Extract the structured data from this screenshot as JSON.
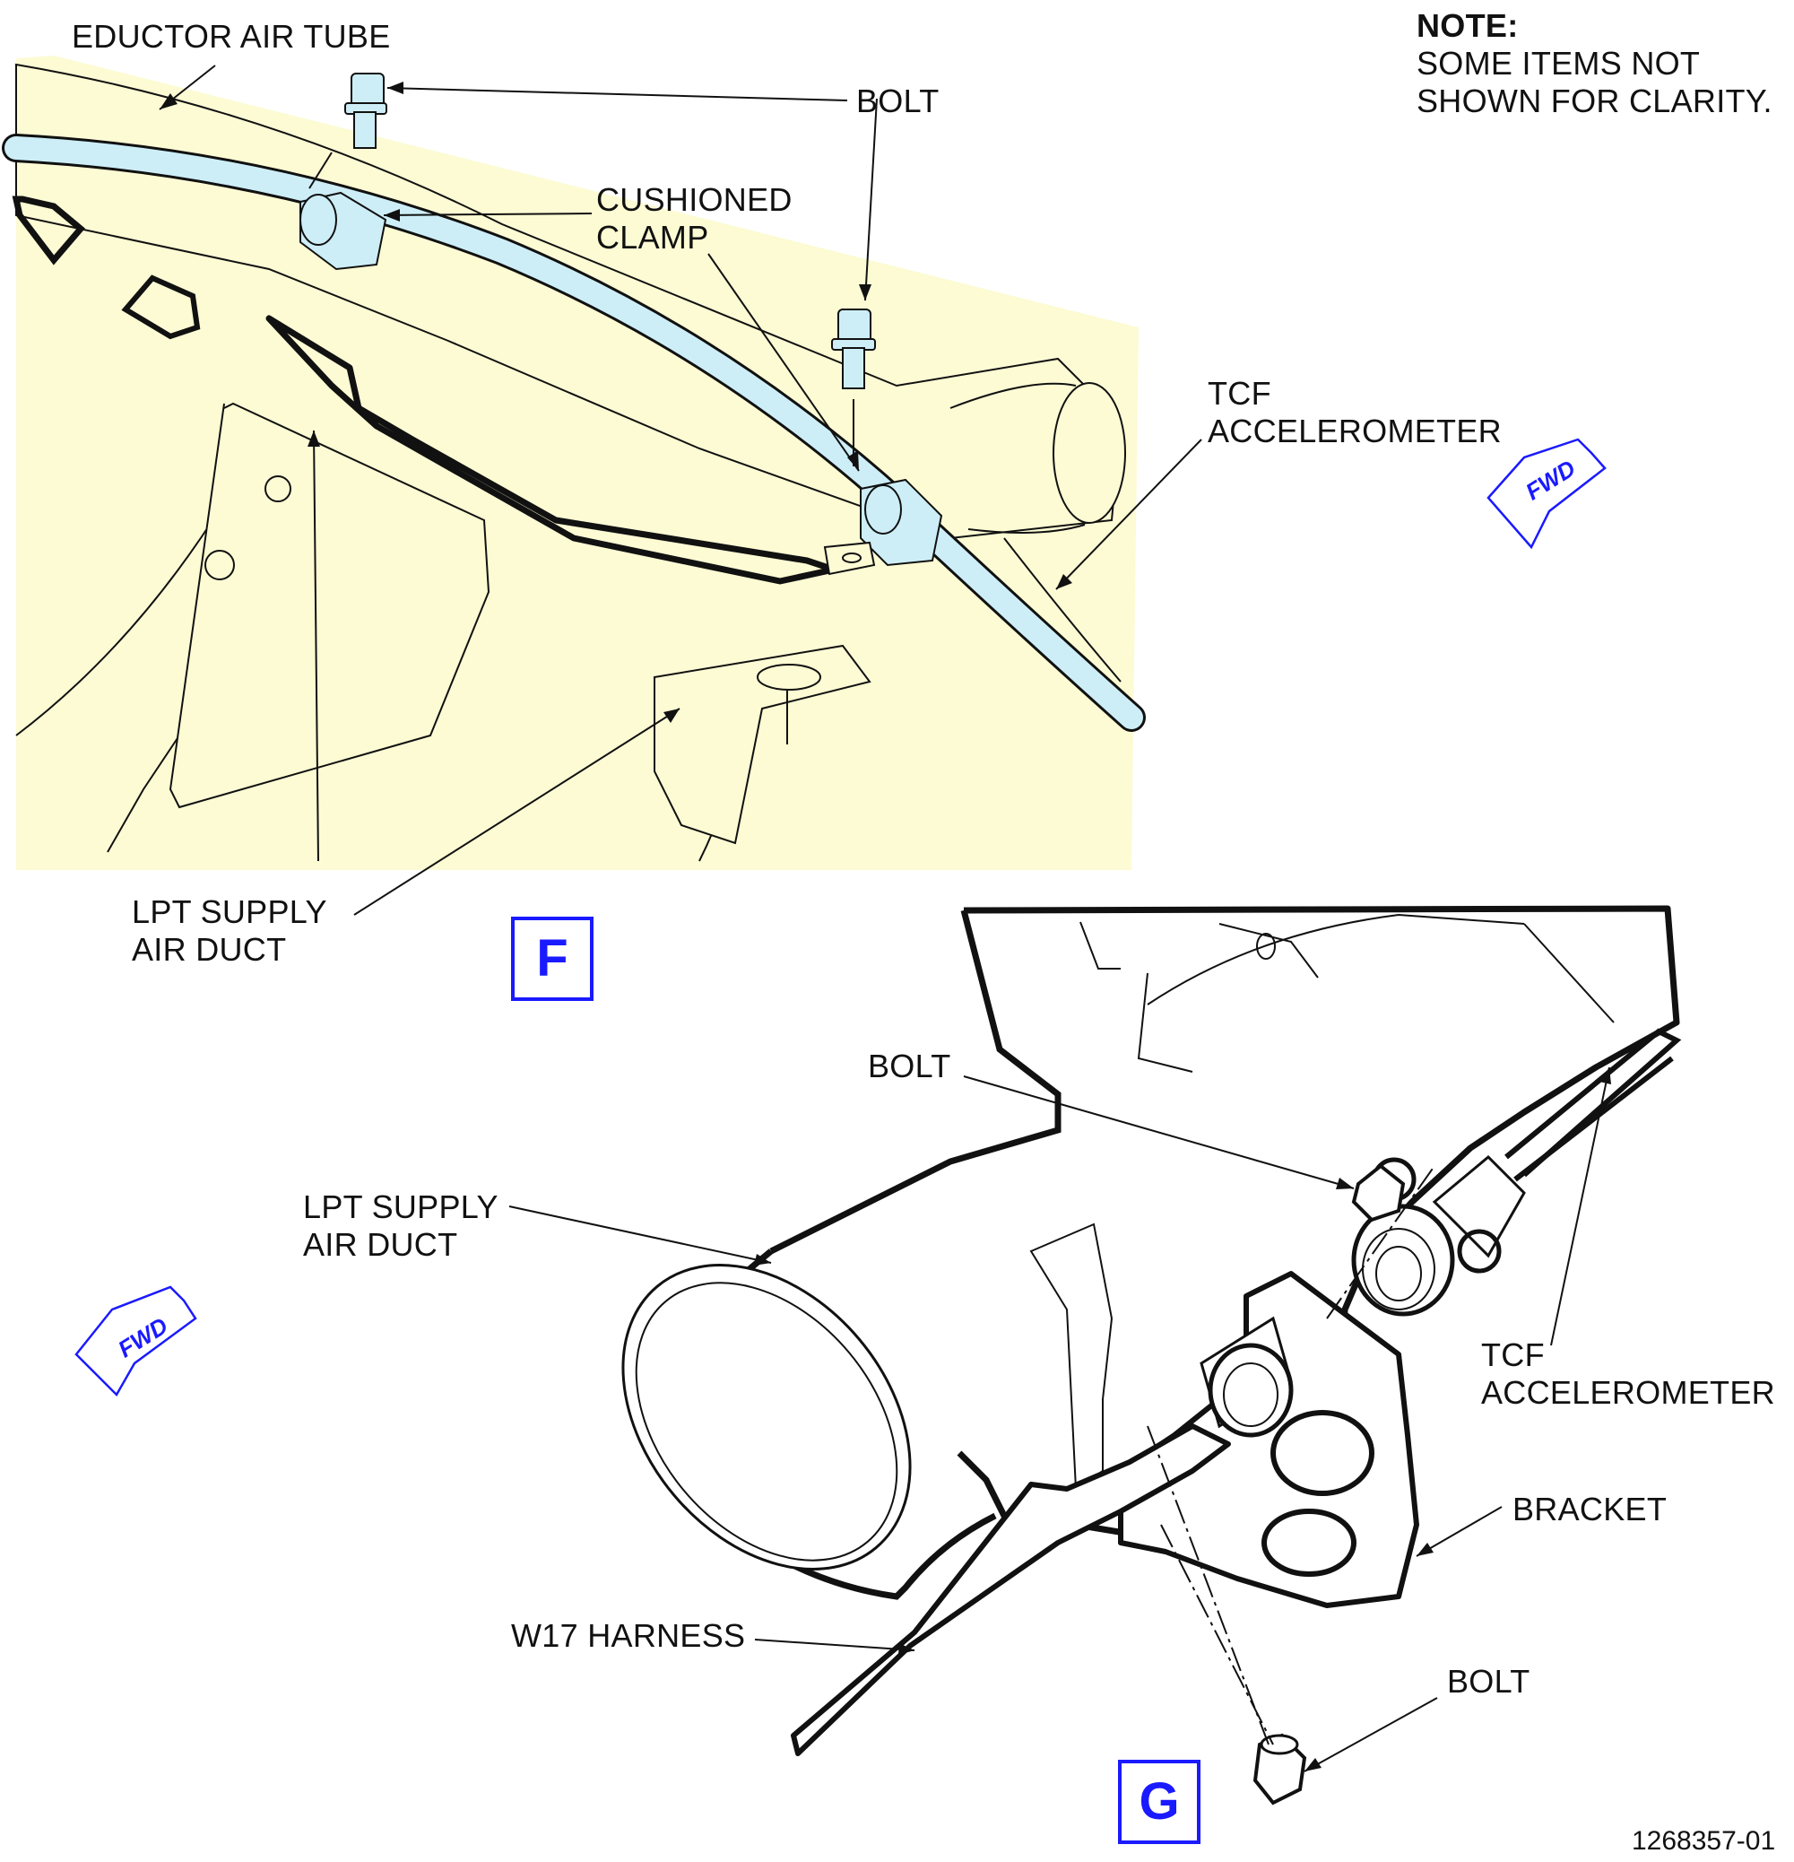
{
  "note": {
    "title": "NOTE:",
    "line1": "SOME ITEMS NOT",
    "line2": "SHOWN FOR CLARITY."
  },
  "view_f": {
    "letter": "F",
    "labels": {
      "eductor_air_tube": "EDUCTOR AIR TUBE",
      "bolt": "BOLT",
      "cushioned_clamp_1": "CUSHIONED",
      "cushioned_clamp_2": "CLAMP",
      "tcf_accel_1": "TCF",
      "tcf_accel_2": "ACCELEROMETER",
      "lpt_duct_1": "LPT SUPPLY",
      "lpt_duct_2": "AIR DUCT"
    },
    "fwd": "FWD"
  },
  "view_g": {
    "letter": "G",
    "labels": {
      "bolt_upper": "BOLT",
      "lpt_duct_1": "LPT SUPPLY",
      "lpt_duct_2": "AIR DUCT",
      "tcf_accel_1": "TCF",
      "tcf_accel_2": "ACCELEROMETER",
      "bracket": "BRACKET",
      "w17_harness": "W17 HARNESS",
      "bolt_lower": "BOLT"
    },
    "fwd": "FWD"
  },
  "figure_number": "1268357-01",
  "colors": {
    "fill_yellow": "#fdfbd4",
    "tube_blue": "#cdeef7",
    "accent_blue": "#1a1aff",
    "line": "#111111"
  }
}
